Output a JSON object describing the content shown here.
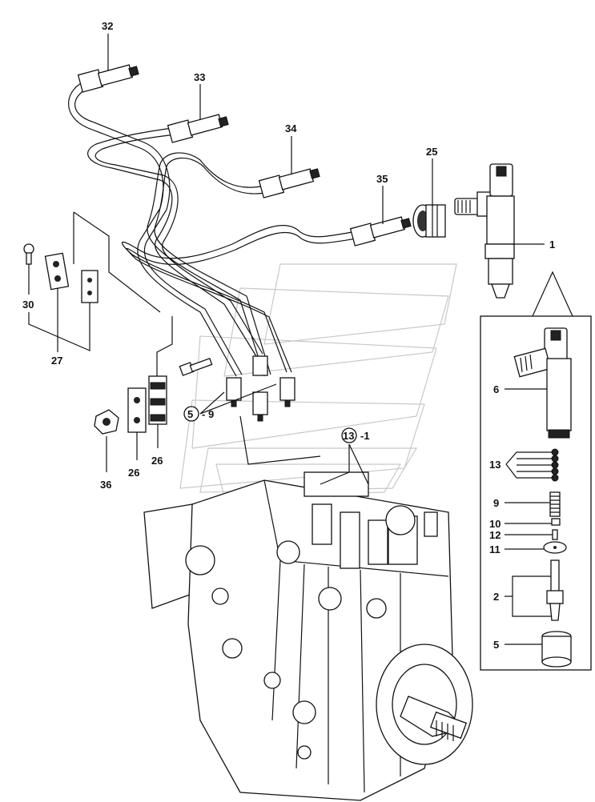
{
  "labels": {
    "l1": "1",
    "l2": "2",
    "l5": "5",
    "l6": "6",
    "l9": "9",
    "l10": "10",
    "l11": "11",
    "l12": "12",
    "l13": "13",
    "l25": "25",
    "l26a": "26",
    "l26b": "26",
    "l27": "27",
    "l30": "30",
    "l32": "32",
    "l33": "33",
    "l34": "34",
    "l35": "35",
    "l36": "36",
    "ref5": "5",
    "ref5_suffix": "- 9",
    "ref13": "13",
    "ref13_suffix": "-1"
  }
}
